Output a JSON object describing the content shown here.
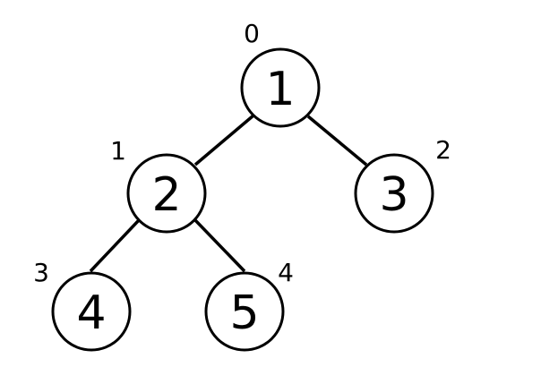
{
  "tree": {
    "nodes": [
      {
        "value": "1",
        "index": "0"
      },
      {
        "value": "2",
        "index": "1"
      },
      {
        "value": "3",
        "index": "2"
      },
      {
        "value": "4",
        "index": "3"
      },
      {
        "value": "5",
        "index": "4"
      }
    ],
    "edges": [
      {
        "from": 0,
        "to": 1
      },
      {
        "from": 0,
        "to": 2
      },
      {
        "from": 1,
        "to": 3
      },
      {
        "from": 1,
        "to": 4
      }
    ]
  }
}
